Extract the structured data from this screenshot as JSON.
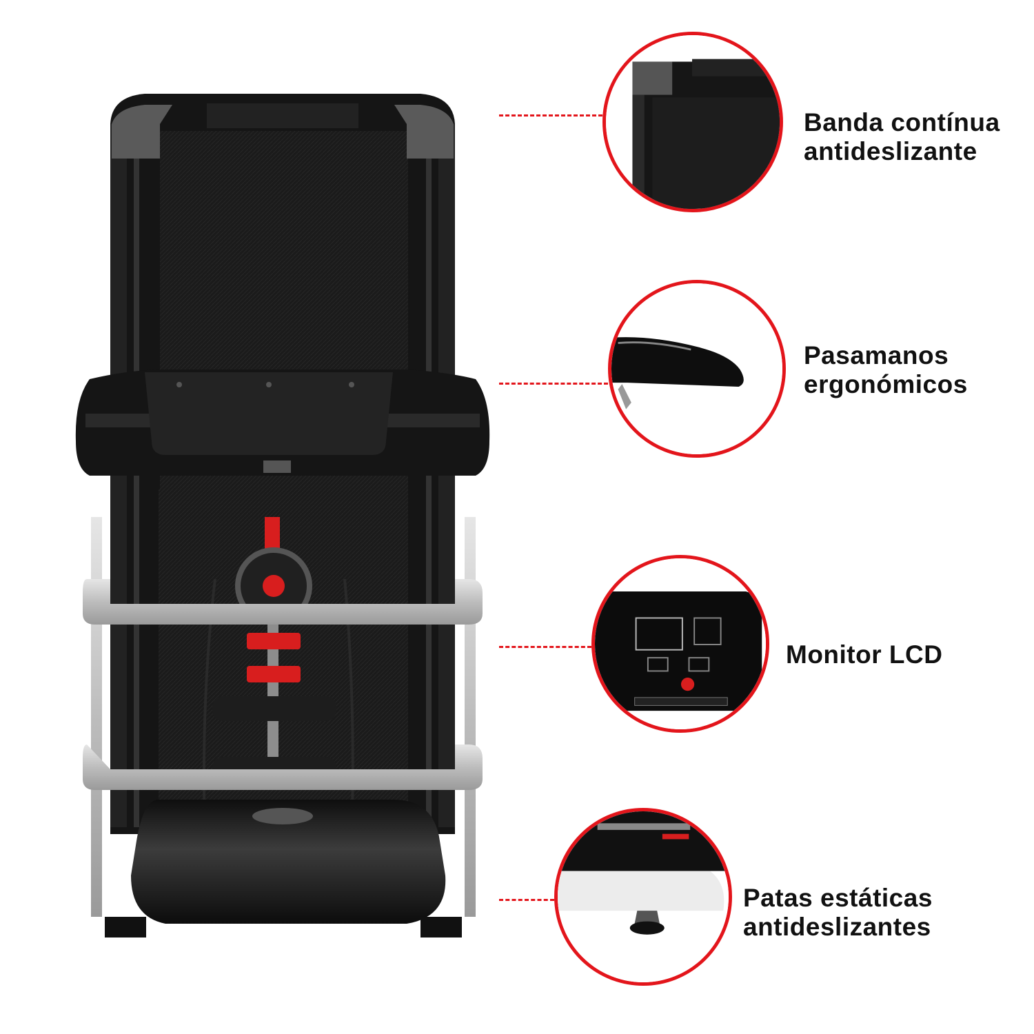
{
  "accent_color": "#e3151b",
  "product": {
    "name": "folded-treadmill",
    "frame_color": "#111111",
    "rail_color": "#c8c8c8",
    "accent_parts_color": "#d81e1e"
  },
  "features": [
    {
      "id": "belt",
      "icon": "belt-closeup",
      "line1": "Banda contínua",
      "line2": "antideslizante"
    },
    {
      "id": "handrail",
      "icon": "handrail-closeup",
      "line1": "Pasamanos",
      "line2": "ergonómicos"
    },
    {
      "id": "monitor",
      "icon": "lcd-monitor-closeup",
      "line1": "Monitor LCD",
      "line2": ""
    },
    {
      "id": "feet",
      "icon": "foot-closeup",
      "line1": "Patas estáticas",
      "line2": "antideslizantes"
    }
  ]
}
